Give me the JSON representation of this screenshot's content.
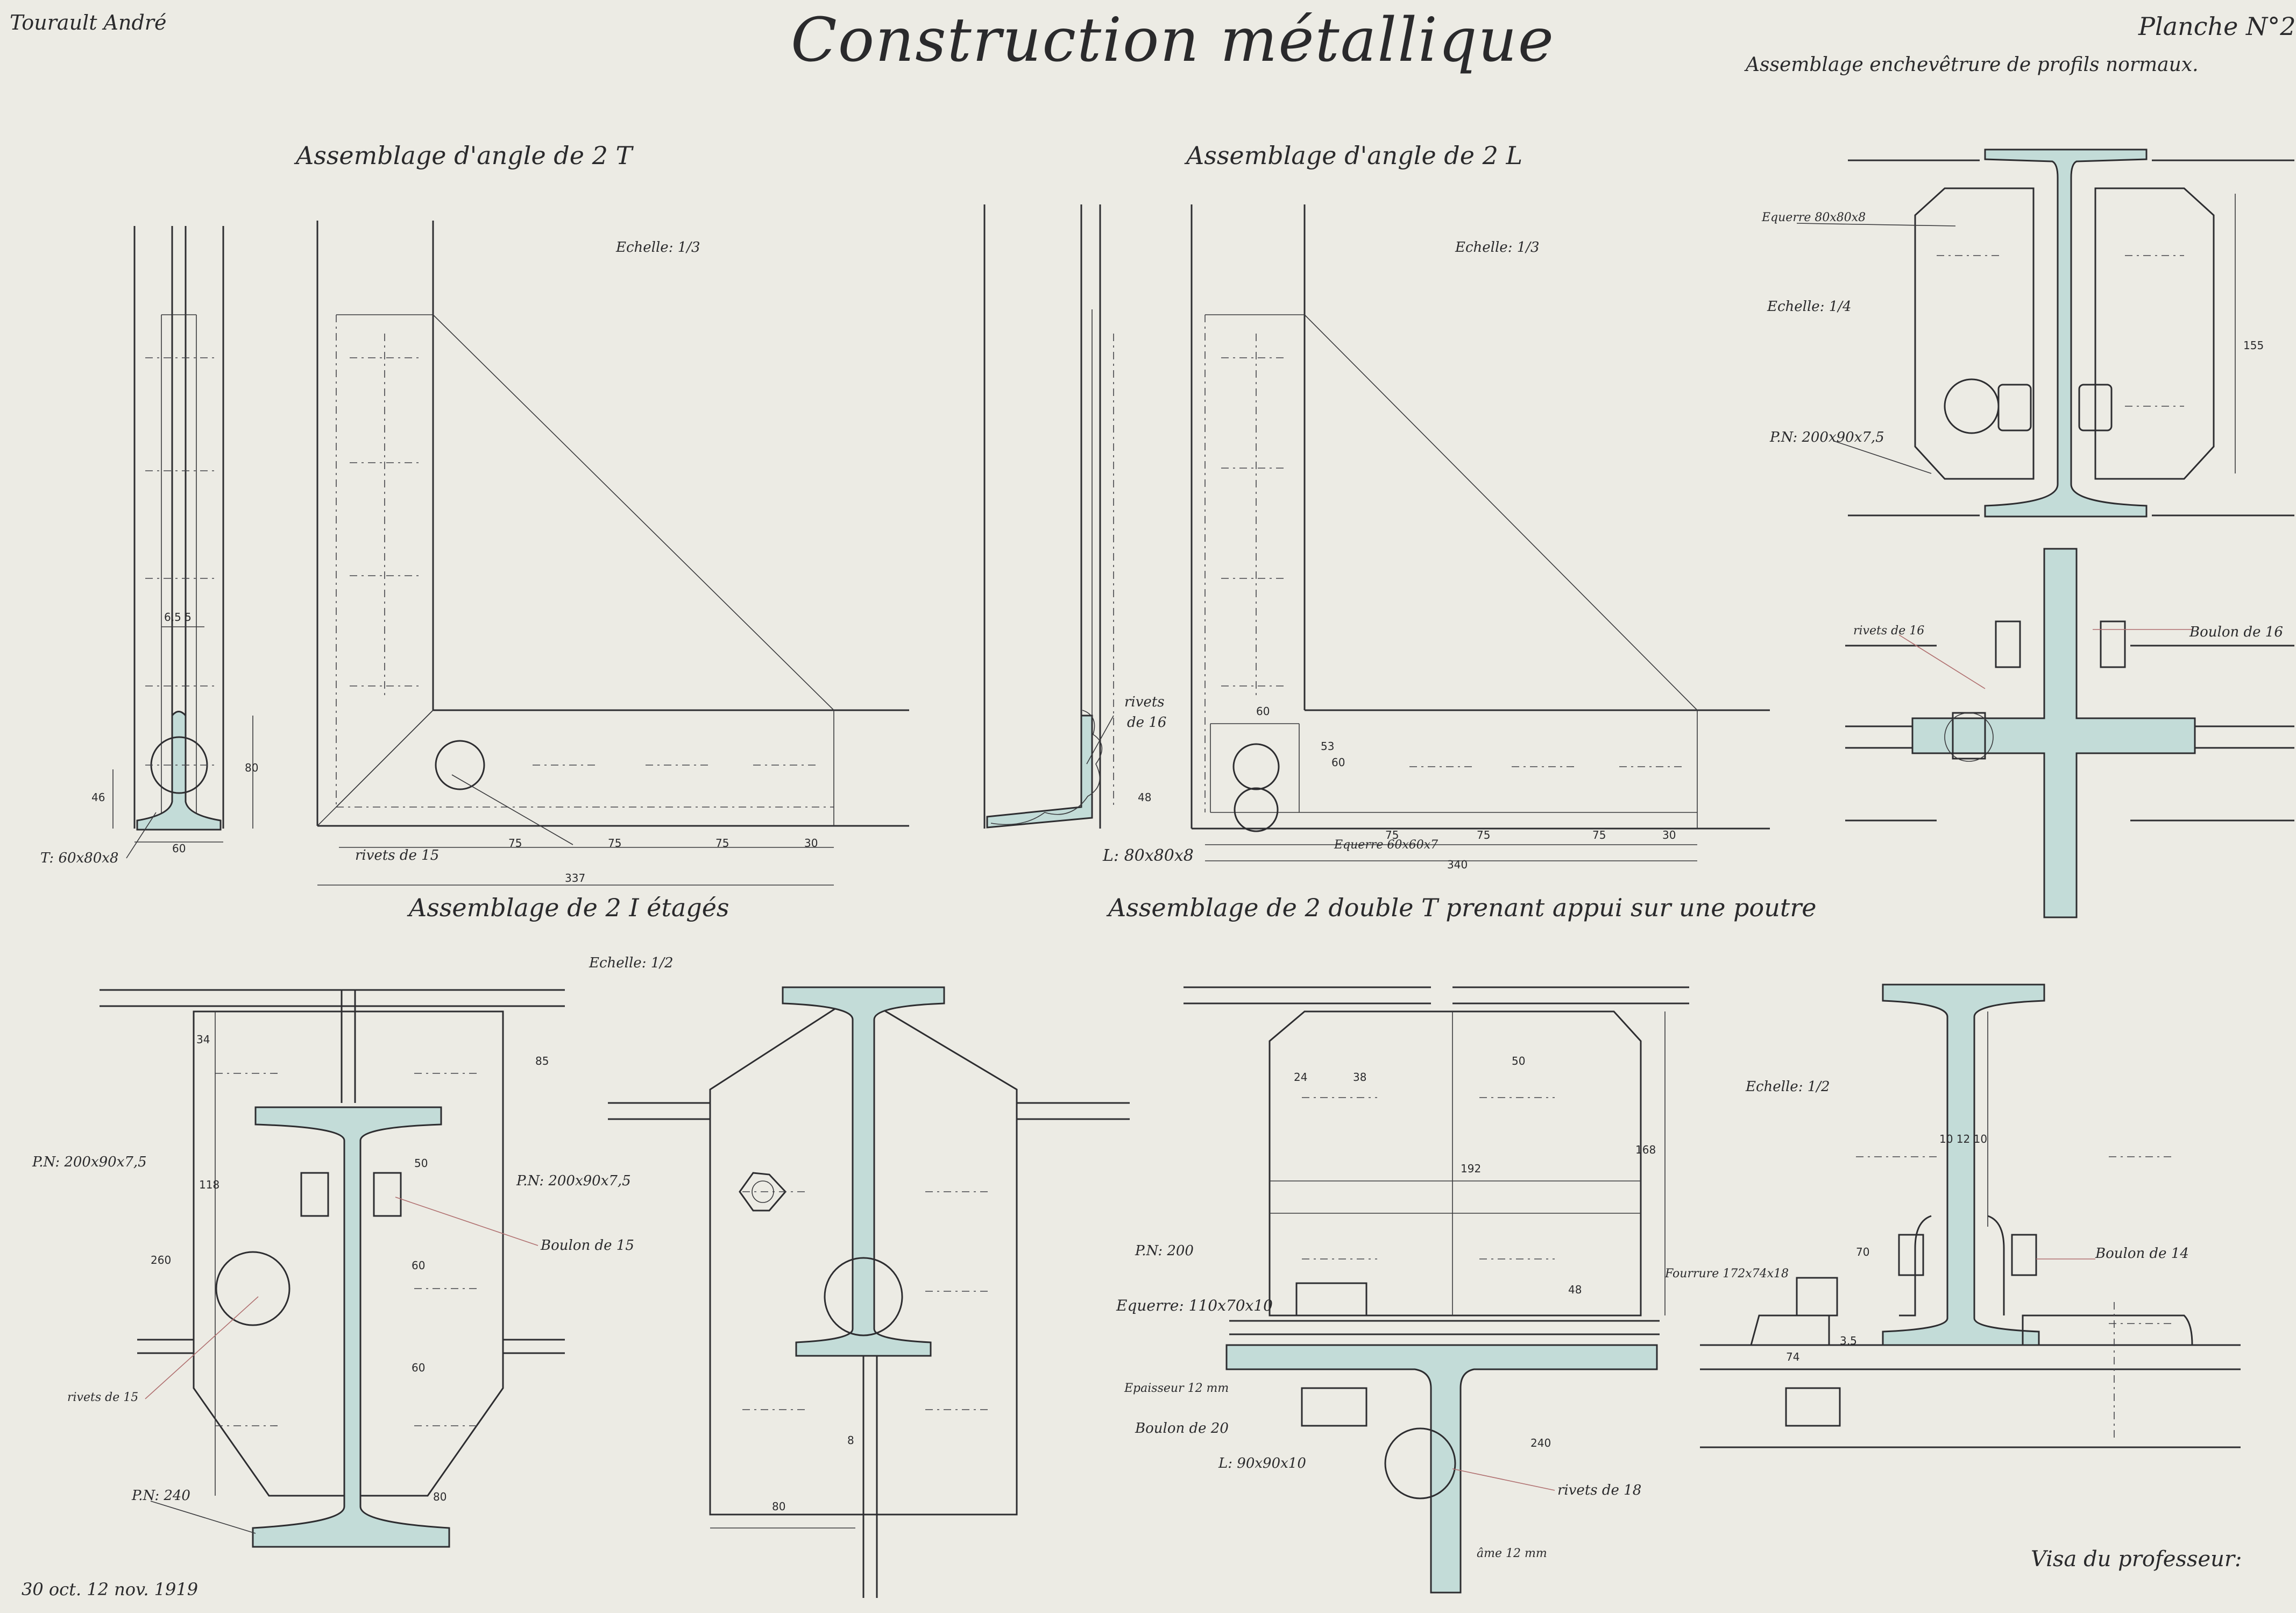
{
  "header": {
    "author": "Tourault André",
    "title": "Construction métallique",
    "plate": "Planche N°2",
    "plate_subtitle": "Assemblage enchevêtrure de profils normaux."
  },
  "sections": {
    "angle_2T": {
      "title": "Assemblage d'angle de 2 T",
      "scale": "Echelle: 1/3"
    },
    "angle_2L": {
      "title": "Assemblage d'angle de 2 L",
      "scale": "Echelle: 1/3"
    },
    "etages_2I": {
      "title": "Assemblage de 2 I étagés",
      "scale": "Echelle: 1/2"
    },
    "double_T": {
      "title": "Assemblage de 2 double T prenant appui sur une poutre",
      "scale": "Echelle: 1/2"
    },
    "enchevetrure": {
      "scale": "Echelle: 1/4"
    }
  },
  "labels": {
    "t_profile": "T: 60x80x8",
    "rivets_15": "rivets de 15",
    "rivets_16_a": "rivets",
    "rivets_16_b": "de 16",
    "l_profile": "L: 80x80x8",
    "equerre_60": "Equerre 60x60x7",
    "equerre_80": "Equerre 80x80x8",
    "pn_200_90_top": "P.N: 200x90x7,5",
    "rivets_16_c": "rivets de 16",
    "boulon_16": "Boulon de 16",
    "pn_200_90_left": "P.N: 200x90x7,5",
    "pn_200_90_mid": "P.N: 200x90x7,5",
    "boulon_15": "Boulon de 15",
    "rivets_15_b": "rivets de 15",
    "pn_240": "P.N: 240",
    "pn_200": "P.N: 200",
    "equerre_110": "Equerre: 110x70x10",
    "epaisseur": "Epaisseur 12 mm",
    "boulon_20": "Boulon de 20",
    "l_90": "L: 90x90x10",
    "rivets_18": "rivets de 18",
    "ame": "âme 12 mm",
    "fourrure": "Fourrure 172x74x18",
    "boulon_14": "Boulon de 14",
    "visa": "Visa du professeur:",
    "date": "30 oct. 12 nov. 1919"
  },
  "dimensions": {
    "d46": "46",
    "d80": "80",
    "d60": "60",
    "d635": "6,5 5",
    "d75a": "75",
    "d75b": "75",
    "d75c": "75",
    "d30a": "30",
    "d337": "337",
    "d48": "48",
    "d60b": "60",
    "d53": "53",
    "d60c": "60",
    "d75d": "75",
    "d75e": "75",
    "d75f": "75",
    "d30b": "30",
    "d340": "340",
    "d155": "155",
    "d34": "34",
    "d85": "85",
    "d118": "118",
    "d260": "260",
    "d50": "50",
    "d60d": "60",
    "d60e": "60",
    "d80b": "80",
    "d80c": "80",
    "d8": "8",
    "d24": "24",
    "d38": "38",
    "d50b": "50",
    "d192": "192",
    "d168": "168",
    "d48b": "48",
    "d240": "240",
    "d1012": "10 12 10",
    "d70": "70",
    "d74": "74",
    "d35": "3,5"
  }
}
